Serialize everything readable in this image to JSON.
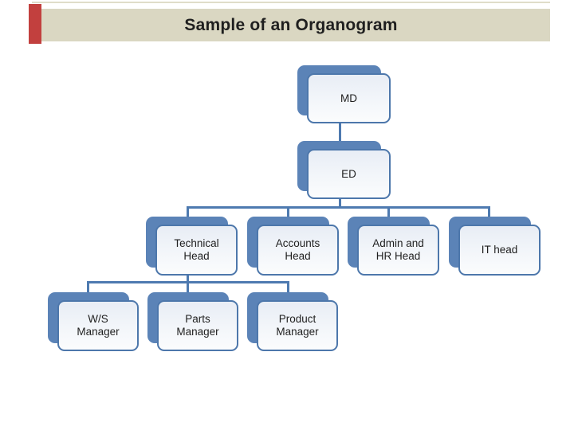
{
  "slide": {
    "title": "Sample of an Organogram"
  },
  "colors": {
    "title-bar-bg": "#dad7c2",
    "banner-line": "#e0ddc9",
    "title-text": "#1f1f1f",
    "red-accent": "#c2403e",
    "shadow-blue": "#5b83b7",
    "box-border": "#4d77ab",
    "box-fill-top": "#e8edf5",
    "box-fill-bottom": "#fbfcfd",
    "connector": "#4e7ab0",
    "node-text": "#1f1f1f"
  },
  "org_chart": {
    "nodes": {
      "md": {
        "label": "MD",
        "level": 1,
        "parent": null
      },
      "ed": {
        "label": "ED",
        "level": 2,
        "parent": "md"
      },
      "technical": {
        "label": "Technical\nHead",
        "level": 3,
        "parent": "ed"
      },
      "accounts": {
        "label": "Accounts\nHead",
        "level": 3,
        "parent": "ed"
      },
      "admin": {
        "label": "Admin and\nHR Head",
        "level": 3,
        "parent": "ed"
      },
      "it": {
        "label": "IT head",
        "level": 3,
        "parent": "ed"
      },
      "ws": {
        "label": "W/S\nManager",
        "level": 4,
        "parent": "technical"
      },
      "parts": {
        "label": "Parts\nManager",
        "level": 4,
        "parent": "technical"
      },
      "product": {
        "label": "Product\nManager",
        "level": 4,
        "parent": "technical"
      }
    }
  }
}
